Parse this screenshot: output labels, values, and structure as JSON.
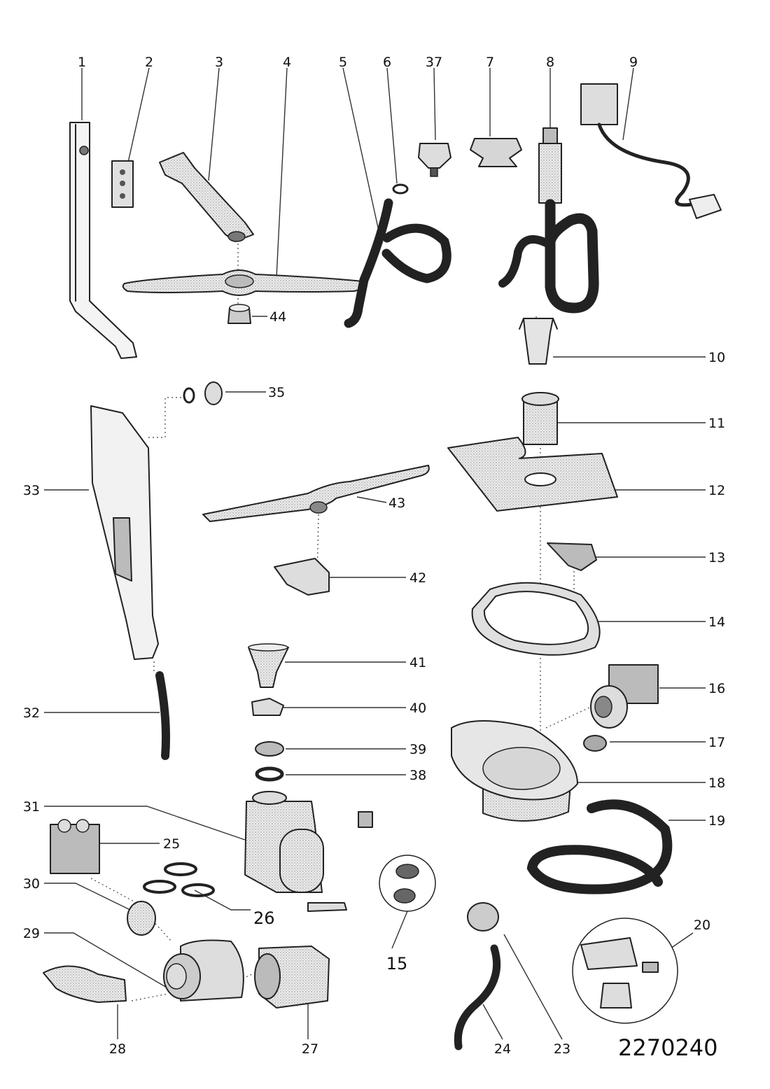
{
  "diagram": {
    "drawing_number": "2270240",
    "colors": {
      "ink": "#222222",
      "fill_light": "#ececec",
      "fill_dotted": "#d9d9d9",
      "background": "#ffffff"
    },
    "callouts": {
      "c1": "1",
      "c2": "2",
      "c3": "3",
      "c4": "4",
      "c5": "5",
      "c6": "6",
      "c37": "37",
      "c7": "7",
      "c8": "8",
      "c9": "9",
      "c44": "44",
      "c10": "10",
      "c35": "35",
      "c11": "11",
      "c33": "33",
      "c12": "12",
      "c43": "43",
      "c13": "13",
      "c42": "42",
      "c14": "14",
      "c41": "41",
      "c16": "16",
      "c32": "32",
      "c40": "40",
      "c17": "17",
      "c39": "39",
      "c38": "38",
      "c18": "18",
      "c31": "31",
      "c19": "19",
      "c25": "25",
      "c30": "30",
      "c26": "26",
      "c15": "15",
      "c20": "20",
      "c29": "29",
      "c28": "28",
      "c27": "27",
      "c24": "24",
      "c23": "23"
    }
  }
}
